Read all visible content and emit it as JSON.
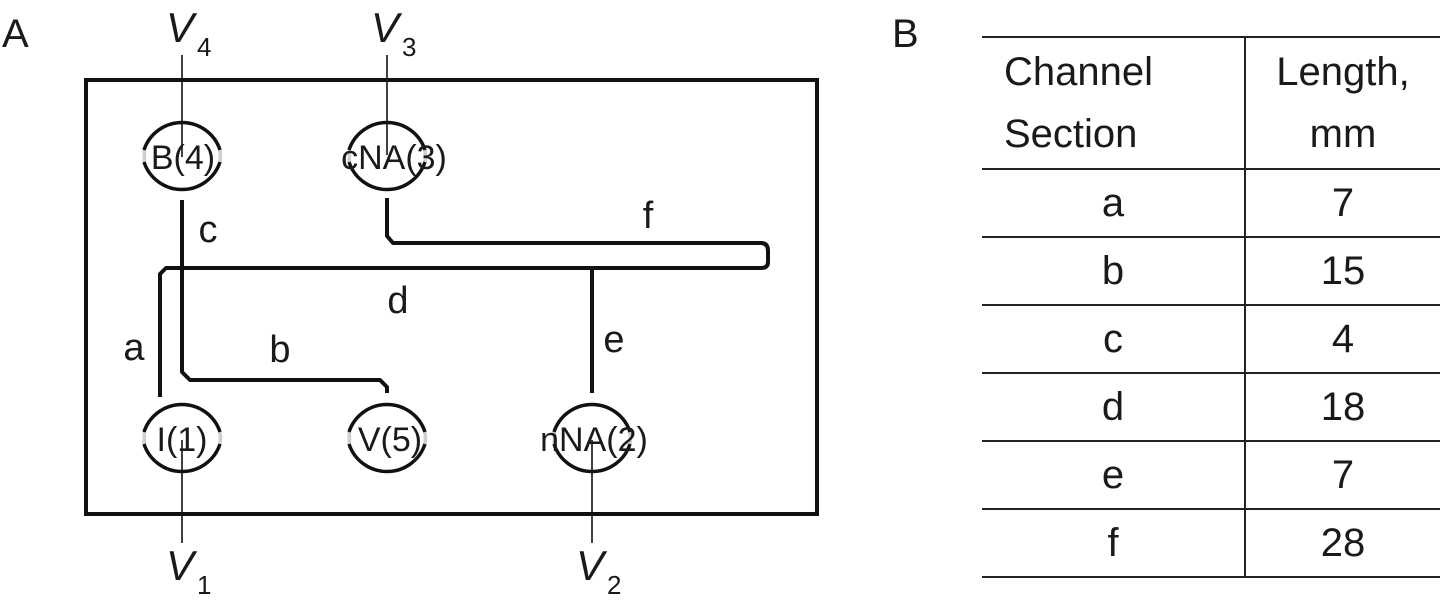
{
  "panel_a": {
    "label": "A",
    "ports": {
      "p1": "I(1)",
      "p2": "nNA(2)",
      "p3": "cNA(3)",
      "p4": "B(4)",
      "p5": "V(5)"
    },
    "segments": {
      "a": "a",
      "b": "b",
      "c": "c",
      "d": "d",
      "e": "e",
      "f": "f"
    },
    "voltages": {
      "v1": {
        "symbol": "V",
        "sub": "1"
      },
      "v2": {
        "symbol": "V",
        "sub": "2"
      },
      "v3": {
        "symbol": "V",
        "sub": "3"
      },
      "v4": {
        "symbol": "V",
        "sub": "4"
      }
    }
  },
  "panel_b": {
    "label": "B",
    "header": {
      "col1_line1": "Channel",
      "col1_line2": "Section",
      "col2_line1": "Length,",
      "col2_line2": "mm"
    },
    "rows": [
      {
        "section": "a",
        "length": "7"
      },
      {
        "section": "b",
        "length": "15"
      },
      {
        "section": "c",
        "length": "4"
      },
      {
        "section": "d",
        "length": "18"
      },
      {
        "section": "e",
        "length": "7"
      },
      {
        "section": "f",
        "length": "28"
      }
    ]
  }
}
